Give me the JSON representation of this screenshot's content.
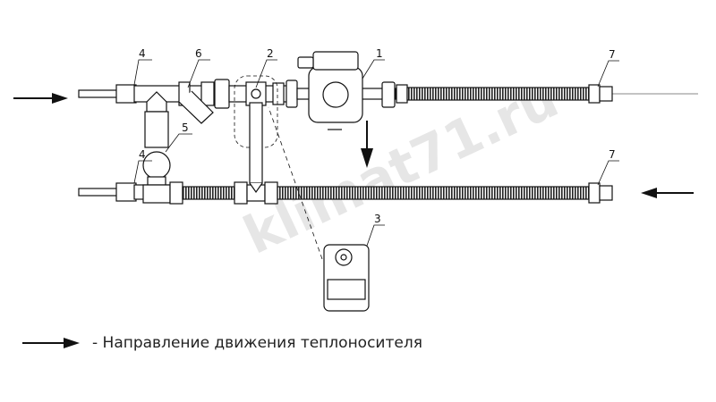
{
  "watermark": "klimat71.ru",
  "callouts": {
    "pump": "1",
    "valve": "2",
    "actuator": "3",
    "ball_valve_top": "4",
    "ball_valve_bottom": "4",
    "balancing_valve": "5",
    "filter": "6",
    "hose_top": "7",
    "hose_bottom": "7"
  },
  "legend": {
    "icon": "arrow-right-icon",
    "text": "-  Направление движения теплоносителя"
  },
  "colors": {
    "line": "#111111",
    "watermark": "#e6e6e6"
  }
}
